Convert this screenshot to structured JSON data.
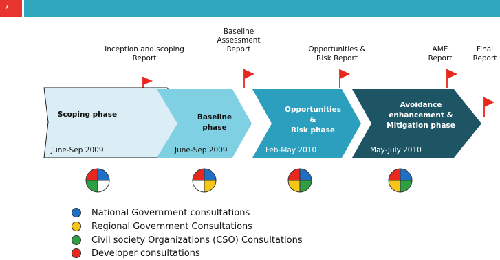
{
  "slide": {
    "number": "7",
    "colors": {
      "accent_red": "#e8342f",
      "band_blue": "#31a6bf"
    }
  },
  "reports": [
    {
      "lines": [
        "Inception and scoping",
        "Report"
      ]
    },
    {
      "lines": [
        "Baseline",
        "Assessment",
        "Report"
      ]
    },
    {
      "lines": [
        "Opportunities &",
        "Risk Report"
      ]
    },
    {
      "lines": [
        "AME",
        "Report"
      ]
    },
    {
      "lines": [
        "Final",
        "Report"
      ]
    }
  ],
  "phases": [
    {
      "title": [
        "Scoping phase"
      ],
      "dates": "June-Sep 2009",
      "color": "#dbeef5",
      "text_color": "#111111"
    },
    {
      "title": [
        "Baseline",
        "phase"
      ],
      "dates": "June-Sep 2009",
      "color": "#7fd0e2",
      "text_color": "#111111"
    },
    {
      "title": [
        "Opportunities",
        "&",
        "Risk phase"
      ],
      "dates": "Feb-May 2010",
      "color": "#2b9fbd",
      "text_color": "#ffffff"
    },
    {
      "title": [
        "Avoidance",
        "enhancement &",
        "Mitigation phase"
      ],
      "dates": "May-July 2010",
      "color": "#1e5565",
      "text_color": "#ffffff"
    }
  ],
  "consultation_pies": [
    {
      "quadrants": [
        "blue",
        "green",
        "white",
        "red"
      ]
    },
    {
      "quadrants": [
        "blue",
        "white",
        "yellow",
        "red"
      ]
    },
    {
      "quadrants": [
        "blue",
        "yellow",
        "green",
        "red"
      ]
    },
    {
      "quadrants": [
        "blue",
        "yellow",
        "green",
        "red"
      ]
    }
  ],
  "legend": [
    {
      "color": "#1f6fc4",
      "color_name": "blue",
      "label": "National Government consultations"
    },
    {
      "color": "#f5c518",
      "color_name": "yellow",
      "label": "Regional Government Consultations"
    },
    {
      "color": "#2ea043",
      "color_name": "green",
      "label": "Civil society Organizations (CSO) Consultations"
    },
    {
      "color": "#e8271d",
      "color_name": "red",
      "label": "Developer consultations"
    }
  ]
}
